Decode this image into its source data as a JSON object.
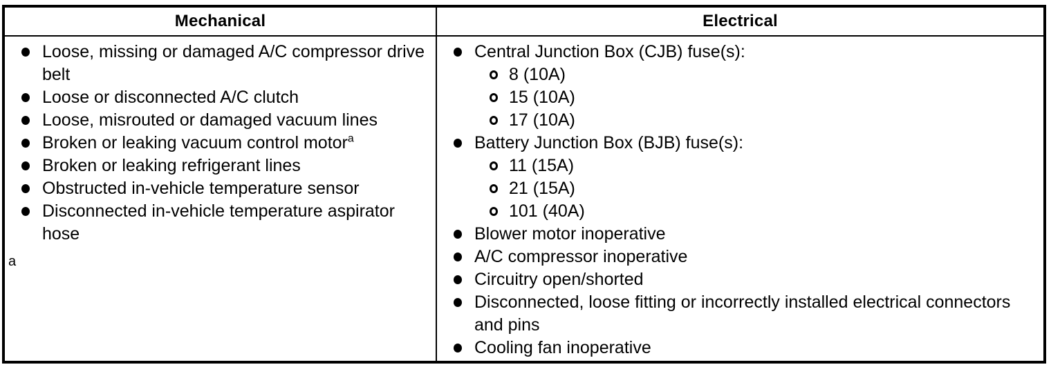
{
  "colors": {
    "text": "#000000",
    "border": "#000000",
    "background": "#ffffff"
  },
  "table": {
    "columns": [
      {
        "header": "Mechanical",
        "items": [
          {
            "text": "Loose, missing or damaged A/C compressor drive belt"
          },
          {
            "text": "Loose or disconnected A/C clutch"
          },
          {
            "text": "Loose, misrouted or damaged vacuum lines"
          },
          {
            "text": "Broken or leaking vacuum control motor",
            "superscript": "a"
          },
          {
            "text": "Broken or leaking refrigerant lines"
          },
          {
            "text": "Obstructed in-vehicle temperature sensor"
          },
          {
            "text": "Disconnected in-vehicle temperature aspirator hose"
          }
        ],
        "footnote_marker": "a"
      },
      {
        "header": "Electrical",
        "items": [
          {
            "text": "Central Junction Box (CJB) fuse(s):",
            "sub_items": [
              "8 (10A)",
              "15 (10A)",
              "17 (10A)"
            ]
          },
          {
            "text": "Battery Junction Box (BJB) fuse(s):",
            "sub_items": [
              "11 (15A)",
              "21 (15A)",
              "101 (40A)"
            ]
          },
          {
            "text": "Blower motor inoperative"
          },
          {
            "text": "A/C compressor inoperative"
          },
          {
            "text": "Circuitry open/shorted"
          },
          {
            "text": "Disconnected, loose fitting or incorrectly installed electrical connectors and pins"
          },
          {
            "text": "Cooling fan inoperative"
          }
        ]
      }
    ]
  }
}
